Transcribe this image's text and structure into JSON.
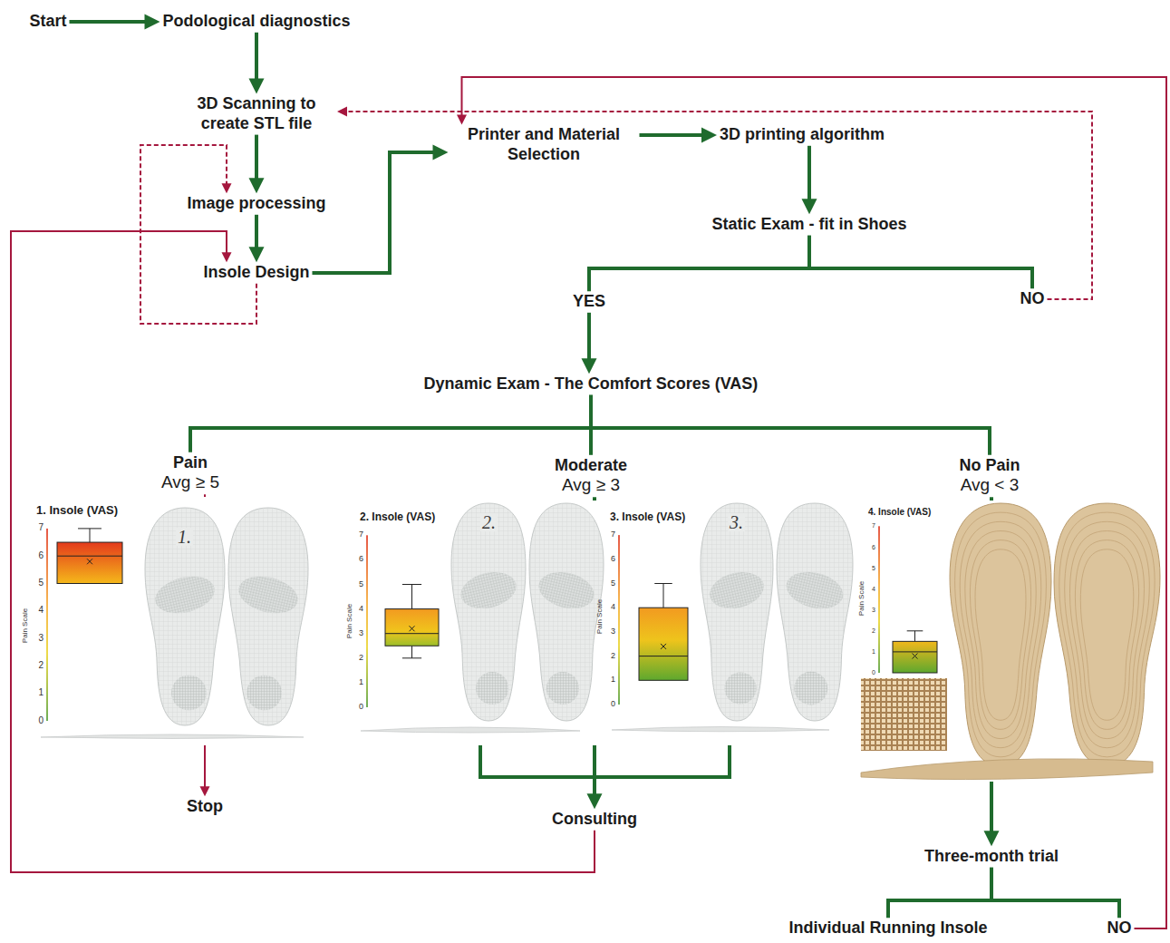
{
  "diagram": {
    "nodes": [
      {
        "text": [
          "Start"
        ]
      },
      {
        "text": [
          "Podological diagnostics"
        ]
      },
      {
        "text": [
          "3D Scanning to create STL file"
        ]
      },
      {
        "text": [
          "Image processing"
        ]
      },
      {
        "text": [
          "Insole Design"
        ]
      },
      {
        "text": [
          "Printer and Material Selection"
        ]
      },
      {
        "text": [
          "3D printing algorithm"
        ]
      },
      {
        "text": [
          "Static Exam - fit in Shoes"
        ]
      },
      {
        "text": [
          "YES"
        ]
      },
      {
        "text": [
          "NO"
        ]
      },
      {
        "text": [
          "Dynamic Exam - The Comfort Scores (VAS)"
        ]
      },
      {
        "text": [
          "Pain",
          "Avg ≥ 5"
        ]
      },
      {
        "text": [
          "Moderate",
          "Avg ≥ 3"
        ]
      },
      {
        "text": [
          "No Pain",
          "Avg < 3"
        ]
      },
      {
        "text": [
          "Stop"
        ]
      },
      {
        "text": [
          "Consulting"
        ]
      },
      {
        "text": [
          "Three-month trial"
        ]
      },
      {
        "text": [
          "Individual Running Insole"
        ]
      },
      {
        "text": [
          "NO"
        ]
      }
    ],
    "edges": [
      {
        "from": 0,
        "to": 1,
        "arrow": "to"
      },
      {
        "from": 1,
        "to": 2,
        "arrow": "to"
      },
      {
        "from": 2,
        "to": 3,
        "arrow": "to"
      },
      {
        "from": 3,
        "to": 4,
        "arrow": "to"
      },
      {
        "from": 4,
        "to": 3,
        "arrow": "to"
      },
      {
        "from": 4,
        "to": 5,
        "arrow": "to"
      },
      {
        "from": 5,
        "to": 6,
        "arrow": "to"
      },
      {
        "from": 6,
        "to": 7,
        "arrow": "to"
      },
      {
        "from": 7,
        "to": 8,
        "arrow": "none"
      },
      {
        "from": 7,
        "to": 9,
        "arrow": "none"
      },
      {
        "from": 9,
        "to": 2,
        "arrow": "to"
      },
      {
        "from": 8,
        "to": 10,
        "arrow": "to"
      },
      {
        "from": 10,
        "to": 11,
        "arrow": "none"
      },
      {
        "from": 10,
        "to": 12,
        "arrow": "none"
      },
      {
        "from": 10,
        "to": 13,
        "arrow": "none"
      },
      {
        "from": 11,
        "to": 14,
        "arrow": "to"
      },
      {
        "from": 12,
        "to": 15,
        "arrow": "to"
      },
      {
        "from": 15,
        "to": 4,
        "arrow": "to"
      },
      {
        "from": 13,
        "to": 16,
        "arrow": "to"
      },
      {
        "from": 16,
        "to": 17,
        "arrow": "none"
      },
      {
        "from": 16,
        "to": 18,
        "arrow": "none"
      },
      {
        "from": 18,
        "to": 5,
        "arrow": "to"
      }
    ],
    "labels": [
      "1. Insole (VAS)",
      "7",
      "6",
      "5",
      "4",
      "3",
      "2",
      "1",
      "0",
      "Pain Scale",
      "1.",
      "2. Insole (VAS)",
      "7",
      "6",
      "5",
      "4",
      "3",
      "2",
      "1",
      "0",
      "Pain Scale",
      "2.",
      "3. Insole (VAS)",
      "7",
      "6",
      "5",
      "4",
      "3",
      "2",
      "1",
      "0",
      "Pain Scale",
      "3.",
      "4. Insole (VAS)",
      "7",
      "6",
      "5",
      "4",
      "3",
      "2",
      "1",
      "0",
      "Pain Scale"
    ]
  }
}
